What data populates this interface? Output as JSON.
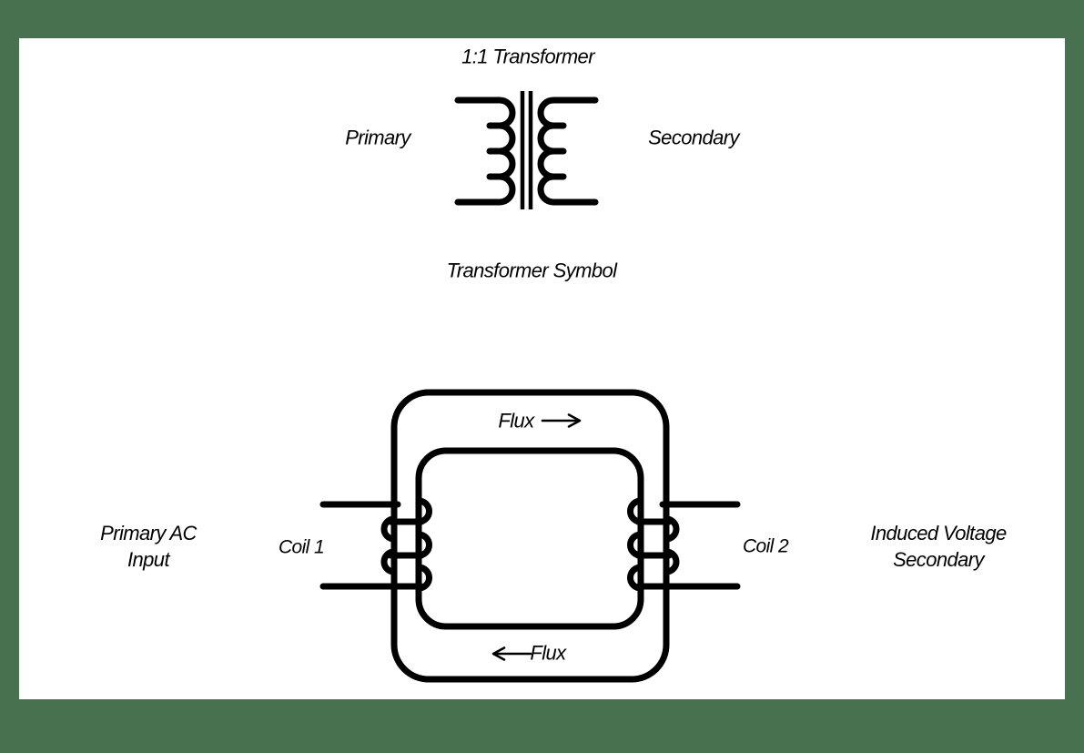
{
  "page": {
    "border_color": "#487150",
    "canvas_color": "#ffffff",
    "ink_color": "#000000"
  },
  "symbol_diagram": {
    "title": "1:1 Transformer",
    "primary_label": "Primary",
    "secondary_label": "Secondary",
    "caption": "Transformer Symbol",
    "icons": {
      "primary_winding": "coil-left-winding",
      "secondary_winding": "coil-right-winding",
      "core": "double-bar-core"
    }
  },
  "core_diagram": {
    "flux_top_label": "Flux",
    "flux_top_arrow": "right-arrow",
    "flux_bottom_label": "Flux",
    "flux_bottom_arrow": "left-arrow",
    "coil1_label": "Coil 1",
    "coil2_label": "Coil 2",
    "primary_input_line1": "Primary AC",
    "primary_input_line2": "Input",
    "secondary_output_line1": "Induced Voltage",
    "secondary_output_line2": "Secondary"
  }
}
